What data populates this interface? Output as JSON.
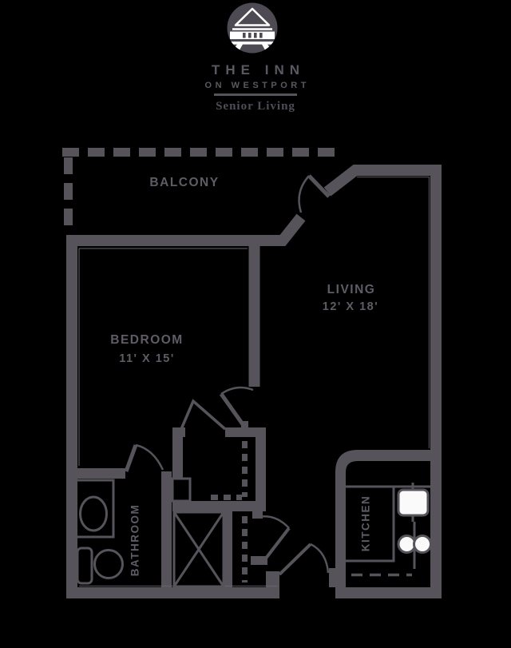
{
  "brand": {
    "line1": "THE INN",
    "line2": "ON WESTPORT",
    "tagline": "Senior Living",
    "logo_icon": "gazebo-pavilion-icon"
  },
  "floorplan": {
    "rooms": {
      "balcony": {
        "label": "BALCONY"
      },
      "bedroom": {
        "label": "BEDROOM",
        "dimensions": "11' X 15'"
      },
      "living": {
        "label": "LIVING",
        "dimensions": "12' X 18'"
      },
      "bathroom": {
        "label": "BATHROOM"
      },
      "kitchen": {
        "label": "KITCHEN"
      }
    }
  },
  "colors": {
    "background": "#000000",
    "wall": "#56535b",
    "wall_edge": "#6b6871",
    "label_text": "#5f5c65",
    "brand_text": "#5b5861",
    "fixture_fill": "#fafafa",
    "logo_circle": "#4d4a53"
  }
}
